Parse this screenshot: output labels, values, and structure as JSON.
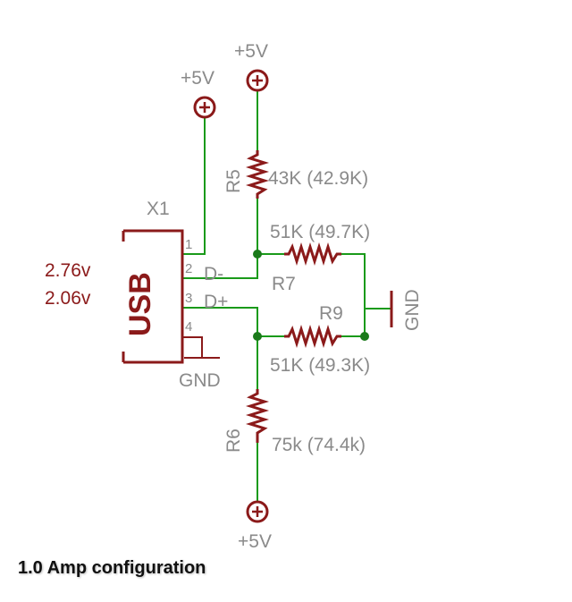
{
  "supply_label": "+5V",
  "ground_label": "GND",
  "connector": {
    "name": "X1",
    "type_label": "USB",
    "pins": [
      "1",
      "2",
      "3",
      "4"
    ],
    "dminus_label": "D-",
    "dplus_label": "D+"
  },
  "voltages": {
    "dminus": "2.76v",
    "dplus": "2.06v"
  },
  "resistors": {
    "r5": {
      "name": "R5",
      "value": "43K (42.9K)"
    },
    "r7": {
      "name": "R7",
      "value": "51K (49.7K)"
    },
    "r9": {
      "name": "R9",
      "value": "51K (49.3K)"
    },
    "r6": {
      "name": "R6",
      "value": "75k (74.4k)"
    }
  },
  "caption": "1.0 Amp configuration",
  "colors": {
    "wire": "#1a9a1a",
    "component": "#8b1a1a",
    "label": "#8a8a8a",
    "junction": "#1a7a1a"
  }
}
